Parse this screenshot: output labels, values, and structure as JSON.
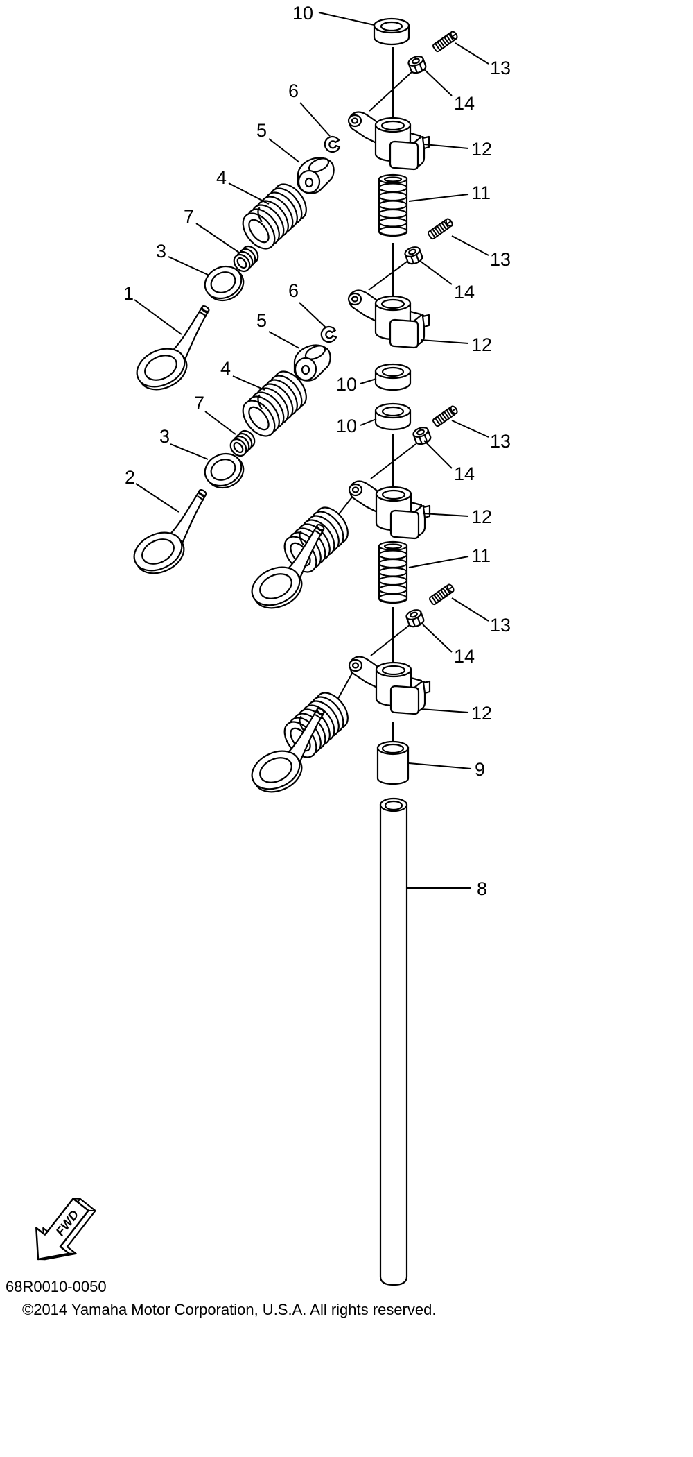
{
  "callouts": [
    "10",
    "13",
    "14",
    "6",
    "5",
    "12",
    "4",
    "11",
    "7",
    "3",
    "13",
    "14",
    "1",
    "6",
    "12",
    "5",
    "10",
    "4",
    "10",
    "13",
    "7",
    "3",
    "14",
    "2",
    "12",
    "11",
    "13",
    "14",
    "12",
    "9",
    "8"
  ],
  "fwd_label": "FWD",
  "diagram_code": "68R0010-0050",
  "copyright": "©2014 Yamaha Motor Corporation, U.S.A. All rights reserved."
}
